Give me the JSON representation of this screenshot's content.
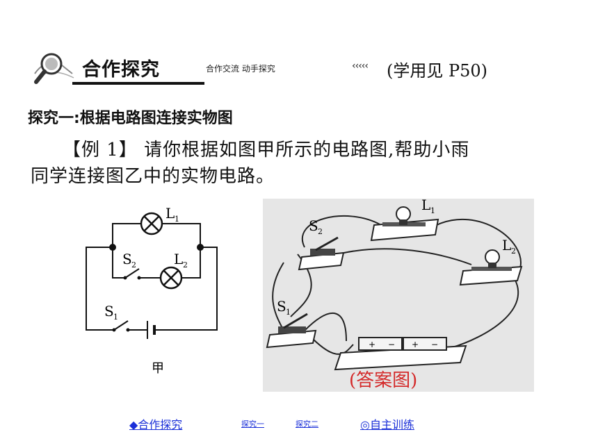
{
  "header": {
    "title": "合作探究",
    "subtitle": "合作交流 动手探究",
    "arrows": "‹‹‹‹‹",
    "reference": "(学用见 P50)"
  },
  "section": {
    "title": "探究一:根据电路图连接实物图"
  },
  "question": {
    "line1": "【例 1】  请你根据如图甲所示的电路图,帮助小雨",
    "line2": "同学连接图乙中的实物电路。"
  },
  "diagram_jia": {
    "lamp1": "L",
    "lamp1_sub": "1",
    "lamp2": "L",
    "lamp2_sub": "2",
    "switch1": "S",
    "switch1_sub": "1",
    "switch2": "S",
    "switch2_sub": "2",
    "caption": "甲"
  },
  "photo": {
    "l1": "L",
    "l1_sub": "1",
    "l2": "L",
    "l2_sub": "2",
    "s1": "S",
    "s1_sub": "1",
    "s2": "S",
    "s2_sub": "2",
    "battery_plus": "+",
    "battery_minus": "−",
    "answer_label": "(答案图)",
    "answer_color": "#d42a2a"
  },
  "nav": {
    "coop": "◆合作探究",
    "t1": "探究一",
    "t2": "探究二",
    "self": "◎自主训练",
    "link_color": "#1a2fd8"
  }
}
